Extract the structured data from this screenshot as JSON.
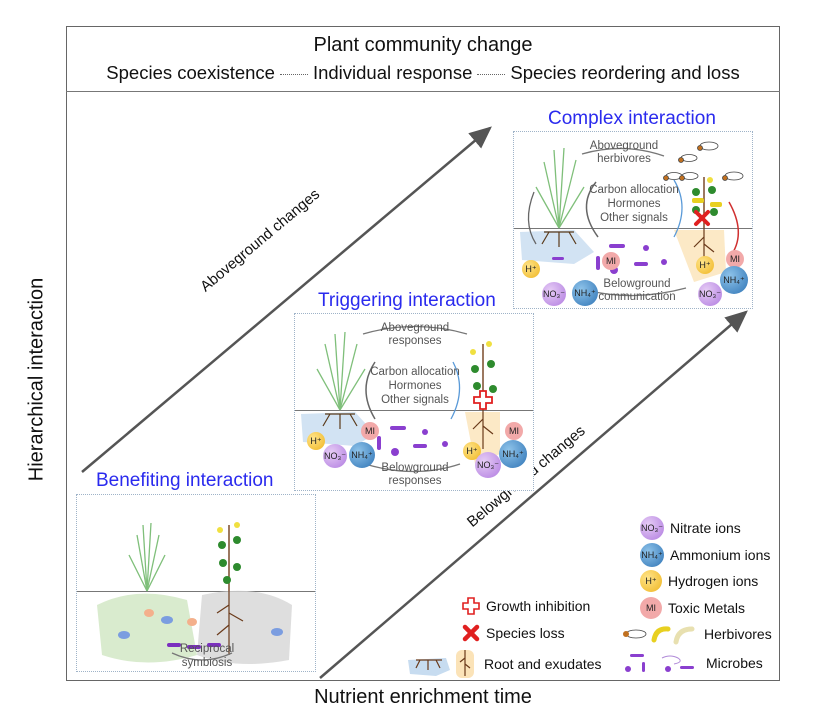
{
  "header": {
    "title": "Plant community change",
    "stages": [
      "Species coexistence",
      "Individual response",
      "Species reordering and loss"
    ]
  },
  "axes": {
    "y_label": "Hierarchical interaction",
    "x_label": "Nutrient enrichment time",
    "upper_arrow_label": "Aboveground changes",
    "lower_arrow_label": "Belowground changes"
  },
  "panels": {
    "benefiting": {
      "title": "Benefiting interaction",
      "labels": [
        "Reciprocal",
        "symbiosis"
      ]
    },
    "triggering": {
      "title": "Triggering interaction",
      "above_labels": [
        "Aboveground",
        "responses"
      ],
      "signal_labels": [
        "Carbon allocation",
        "Hormones",
        "Other signals"
      ],
      "below_labels": [
        "Belowground",
        "responses"
      ],
      "ions": [
        "H⁺",
        "MI",
        "NO₃⁻",
        "NH₄⁺",
        "H⁺",
        "NO₃⁻",
        "MI",
        "NH₄⁺"
      ]
    },
    "complex": {
      "title": "Complex interaction",
      "above_labels": [
        "Aboveground",
        "herbivores"
      ],
      "signal_labels": [
        "Carbon allocation",
        "Hormones",
        "Other signals"
      ],
      "below_labels": [
        "Belowground",
        "communication"
      ],
      "ions": [
        "H⁺",
        "MI",
        "NO₃⁻",
        "NH₄⁺",
        "H⁺",
        "MI",
        "NH₄⁺",
        "NO₃⁻"
      ]
    }
  },
  "legend": {
    "right": [
      {
        "icon": "nitrate-ion-icon",
        "symbol": "NO₃⁻",
        "label": "Nitrate ions"
      },
      {
        "icon": "ammonium-ion-icon",
        "symbol": "NH₄⁺",
        "label": "Ammonium ions"
      },
      {
        "icon": "hydrogen-ion-icon",
        "symbol": "H⁺",
        "label": "Hydrogen ions"
      },
      {
        "icon": "toxic-metal-icon",
        "symbol": "MI",
        "label": "Toxic Metals"
      },
      {
        "icon": "herbivore-icon",
        "symbol": "",
        "label": "Herbivores"
      },
      {
        "icon": "microbe-icon",
        "symbol": "",
        "label": "Microbes"
      }
    ],
    "left": [
      {
        "icon": "growth-inhibition-cross-icon",
        "label": "Growth inhibition"
      },
      {
        "icon": "species-loss-x-icon",
        "label": "Species loss"
      },
      {
        "icon": "root-exudate-icon",
        "label": "Root and exudates"
      }
    ]
  },
  "colors": {
    "panel_title": "#2a2aee",
    "nitrate": "#b07be0",
    "ammonium": "#2f74b5",
    "hydrogen": "#efb520",
    "metal": "#f2a9a9",
    "inhibition": "#e02020",
    "arrow": "#555555"
  }
}
